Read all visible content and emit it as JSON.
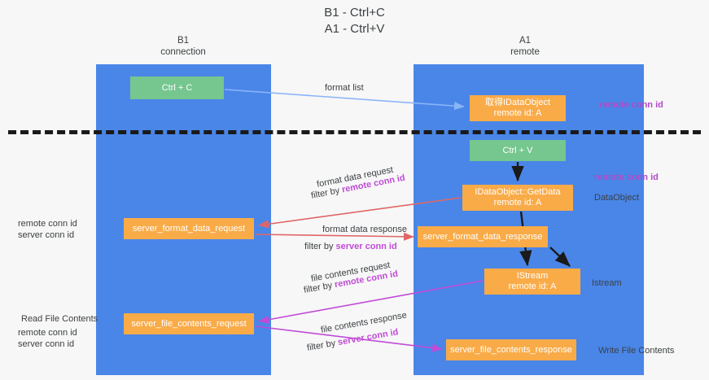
{
  "title": "B1 - Ctrl+C\nA1 - Ctrl+V",
  "title_line1": "B1 - Ctrl+C",
  "title_line2": "A1 - Ctrl+V",
  "colors": {
    "lane": "#4a86e8",
    "node_green": "#76c68f",
    "node_orange": "#f9ab48",
    "remote_conn_id": "#b14ac8",
    "server_conn_id": "#76c68f",
    "arrow_blue": "#8ab4f8",
    "arrow_red": "#e06666",
    "arrow_magenta": "#c04bd6",
    "arrow_black": "#1a1a1a",
    "divider": "#1a1a1a",
    "background": "#f7f7f7"
  },
  "lanes": [
    {
      "id": "b1",
      "title_line1": "B1",
      "title_line2": "connection"
    },
    {
      "id": "a1",
      "title_line1": "A1",
      "title_line2": "remote"
    }
  ],
  "nodes": {
    "ctrl_c": {
      "line1": "Ctrl + C",
      "line2": ""
    },
    "idataobject": {
      "line1": "取得IDataObject",
      "line2": "remote id: A"
    },
    "ctrl_v": {
      "line1": "Ctrl + V",
      "line2": ""
    },
    "getdata": {
      "line1": "IDataObject::GetData",
      "line2": "remote id: A"
    },
    "sfd_request": {
      "line1": "server_format_data_request",
      "line2": ""
    },
    "sfd_response": {
      "line1": "server_format_data_response",
      "line2": ""
    },
    "istream": {
      "line1": "IStream",
      "line2": "remote id: A"
    },
    "sfc_request": {
      "line1": "server_file_contents_request",
      "line2": ""
    },
    "sfc_response": {
      "line1": "server_file_contents_response",
      "line2": ""
    }
  },
  "labels": {
    "format_list": "format list",
    "remote_conn_id_top": "remote conn id",
    "remote_conn_id_mid": "remote conn id",
    "data_object": "DataObject",
    "istream_side": "Istream",
    "write_file_contents": "Write File Contents",
    "read_file_contents": "Read File Contents",
    "left_remote_conn_id_1": "remote conn id",
    "left_server_conn_id_1": "server conn id",
    "left_remote_conn_id_2": "remote conn id",
    "left_server_conn_id_2": "server conn id",
    "format_data_request": "format data request",
    "format_data_request_filter_prefix": "filter by ",
    "format_data_request_filter_key": "remote conn id",
    "format_data_response": "format data response",
    "format_data_response_filter_prefix": "filter by ",
    "format_data_response_filter_key": "server conn id",
    "file_contents_request": "file contents request",
    "file_contents_request_filter_prefix": "filter by ",
    "file_contents_request_filter_key": "remote conn id",
    "file_contents_response": "file contents response",
    "file_contents_response_filter_prefix": "filter by ",
    "file_contents_response_filter_key": "server conn id"
  }
}
